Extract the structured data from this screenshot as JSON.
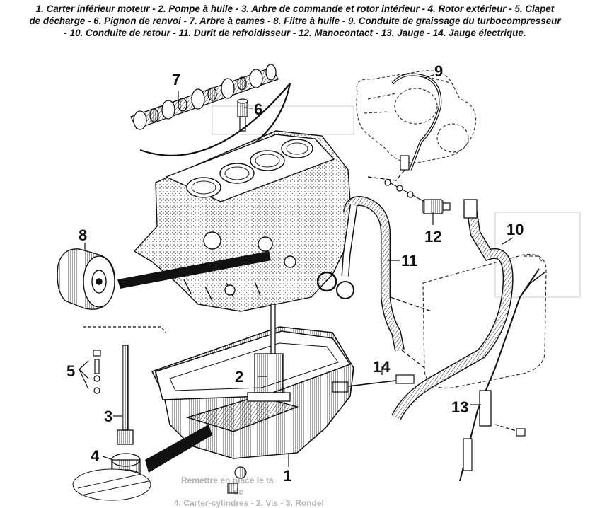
{
  "caption": {
    "line1": "1. Carter inférieur moteur - 2. Pompe à huile - 3. Arbre de commande et rotor intérieur - 4. Rotor extérieur - 5. Clapet",
    "line2": "de décharge - 6. Pignon de renvoi - 7. Arbre à cames - 8. Filtre à huile - 9. Conduite de graissage du turbocompresseur",
    "line3": "- 10. Conduite de retour - 11. Durit de refroidisseur - 12. Manocontact - 13. Jauge - 14. Jauge électrique."
  },
  "labels": {
    "n1": "1",
    "n2": "2",
    "n3": "3",
    "n4": "4",
    "n5": "5",
    "n6": "6",
    "n7": "7",
    "n8": "8",
    "n9": "9",
    "n10": "10",
    "n11": "11",
    "n12": "12",
    "n13": "13",
    "n14": "14"
  },
  "colors": {
    "ink": "#111111",
    "paper": "#ffffff",
    "faint": "#bdbdbd"
  },
  "bleed_text": {
    "t1": "Remettre en place le ta",
    "t2": "de",
    "t3": "4. Carter-cylindres - 2. Vis - 3. Rondel"
  }
}
